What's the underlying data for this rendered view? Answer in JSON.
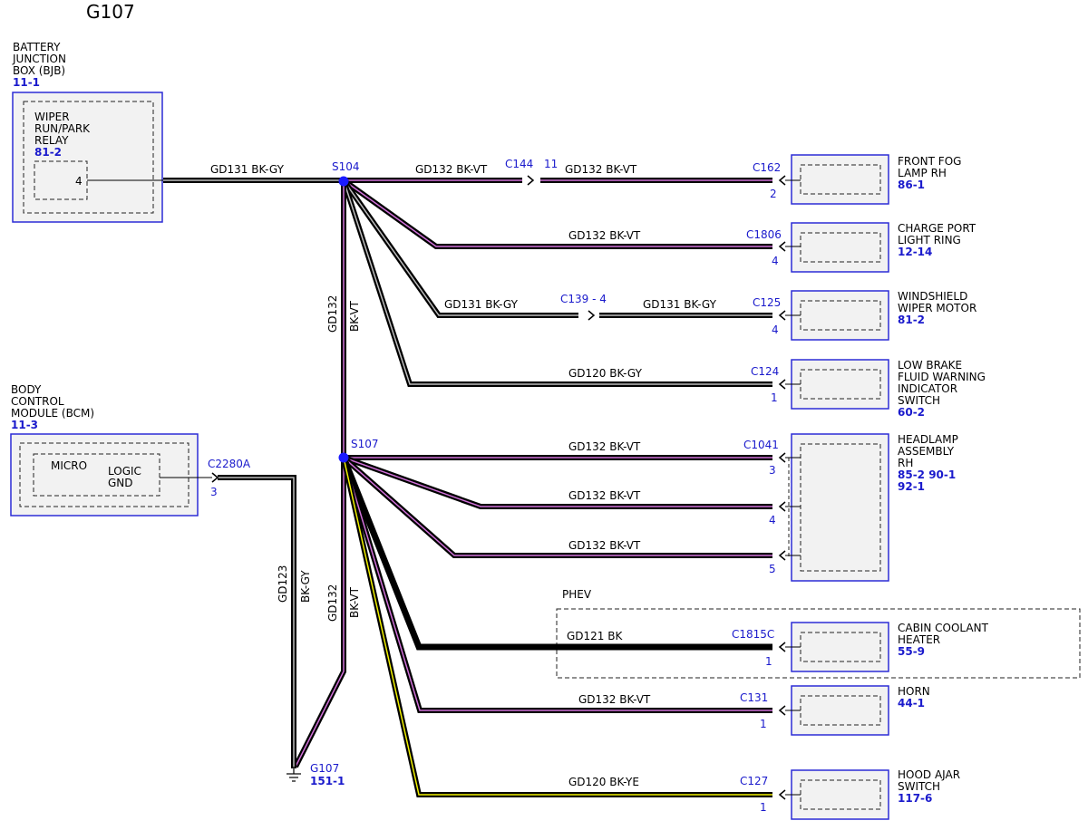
{
  "page_title": "G107",
  "colors": {
    "connector_text": "#1a1acc",
    "box_border": "#2c2cd6",
    "box_fill": "#f2f2f2",
    "splice": "#1a1aff",
    "wire_black": "#000000",
    "tracer_violet": "#d070d8",
    "tracer_gray": "#bdbdbd",
    "tracer_yellow": "#f0f000"
  },
  "components": {
    "bjb": {
      "lines": [
        "BATTERY",
        "JUNCTION",
        "BOX (BJB)"
      ],
      "ref": "11-1"
    },
    "relay": {
      "lines": [
        "WIPER",
        "RUN/PARK",
        "RELAY"
      ],
      "ref": "81-2",
      "pin": "4"
    },
    "bcm": {
      "lines": [
        "BODY",
        "CONTROL",
        "MODULE (BCM)"
      ],
      "ref": "11-3",
      "micro": "MICRO",
      "logic_lines": [
        "LOGIC",
        "GND"
      ]
    },
    "fog": {
      "lines": [
        "FRONT FOG",
        "LAMP RH"
      ],
      "ref": "86-1"
    },
    "charge": {
      "lines": [
        "CHARGE PORT",
        "LIGHT RING"
      ],
      "ref": "12-14"
    },
    "wiper_motor": {
      "lines": [
        "WINDSHIELD",
        "WIPER MOTOR"
      ],
      "ref": "81-2"
    },
    "brake": {
      "lines": [
        "LOW BRAKE",
        "FLUID WARNING",
        "INDICATOR",
        "SWITCH"
      ],
      "ref": "60-2"
    },
    "headlamp": {
      "lines": [
        "HEADLAMP",
        "ASSEMBLY",
        "RH"
      ],
      "ref_lines": [
        "85-2  90-1",
        "92-1"
      ]
    },
    "coolant": {
      "lines": [
        "CABIN COOLANT",
        "HEATER"
      ],
      "ref": "55-9"
    },
    "horn": {
      "lines": [
        "HORN"
      ],
      "ref": "44-1"
    },
    "hood": {
      "lines": [
        "HOOD AJAR",
        "SWITCH"
      ],
      "ref": "117-6"
    }
  },
  "phev_label": "PHEV",
  "splices": {
    "s104": "S104",
    "s107": "S107"
  },
  "ground": {
    "name": "G107",
    "ref": "151-1"
  },
  "bcm_connector": {
    "name": "C2280A",
    "pin": "3"
  },
  "wires": {
    "relay_to_s104": "GD131  BK-GY",
    "s104_down_circuit": "GD132",
    "s104_down_color": "BK-VT",
    "bcm_to_ground_circuit": "GD123",
    "bcm_to_ground_color": "BK-GY",
    "s107_to_ground_circuit": "GD132",
    "s107_to_ground_color": "BK-VT",
    "fog_left": "GD132 BK-VT",
    "fog_right": "GD132  BK-VT",
    "charge": "GD132  BK-VT",
    "wiper_left": "GD131  BK-GY",
    "wiper_right": "GD131  BK-GY",
    "brake": "GD120  BK-GY",
    "head3": "GD132  BK-VT",
    "head4": "GD132  BK-VT",
    "head5": "GD132  BK-VT",
    "coolant": "GD121  BK",
    "horn": "GD132  BK-VT",
    "hood": "GD120  BK-YE"
  },
  "connectors": {
    "c144": "C144",
    "c144_pin": "11",
    "c162": "C162",
    "c162_pin": "2",
    "c1806": "C1806",
    "c1806_pin": "4",
    "c139": "C139 - 4",
    "c125": "C125",
    "c125_pin": "4",
    "c124": "C124",
    "c124_pin": "1",
    "c1041": "C1041",
    "c1041_pin3": "3",
    "c1041_pin4": "4",
    "c1041_pin5": "5",
    "c1815c": "C1815C",
    "c1815c_pin": "1",
    "c131": "C131",
    "c131_pin": "1",
    "c127": "C127",
    "c127_pin": "1"
  }
}
